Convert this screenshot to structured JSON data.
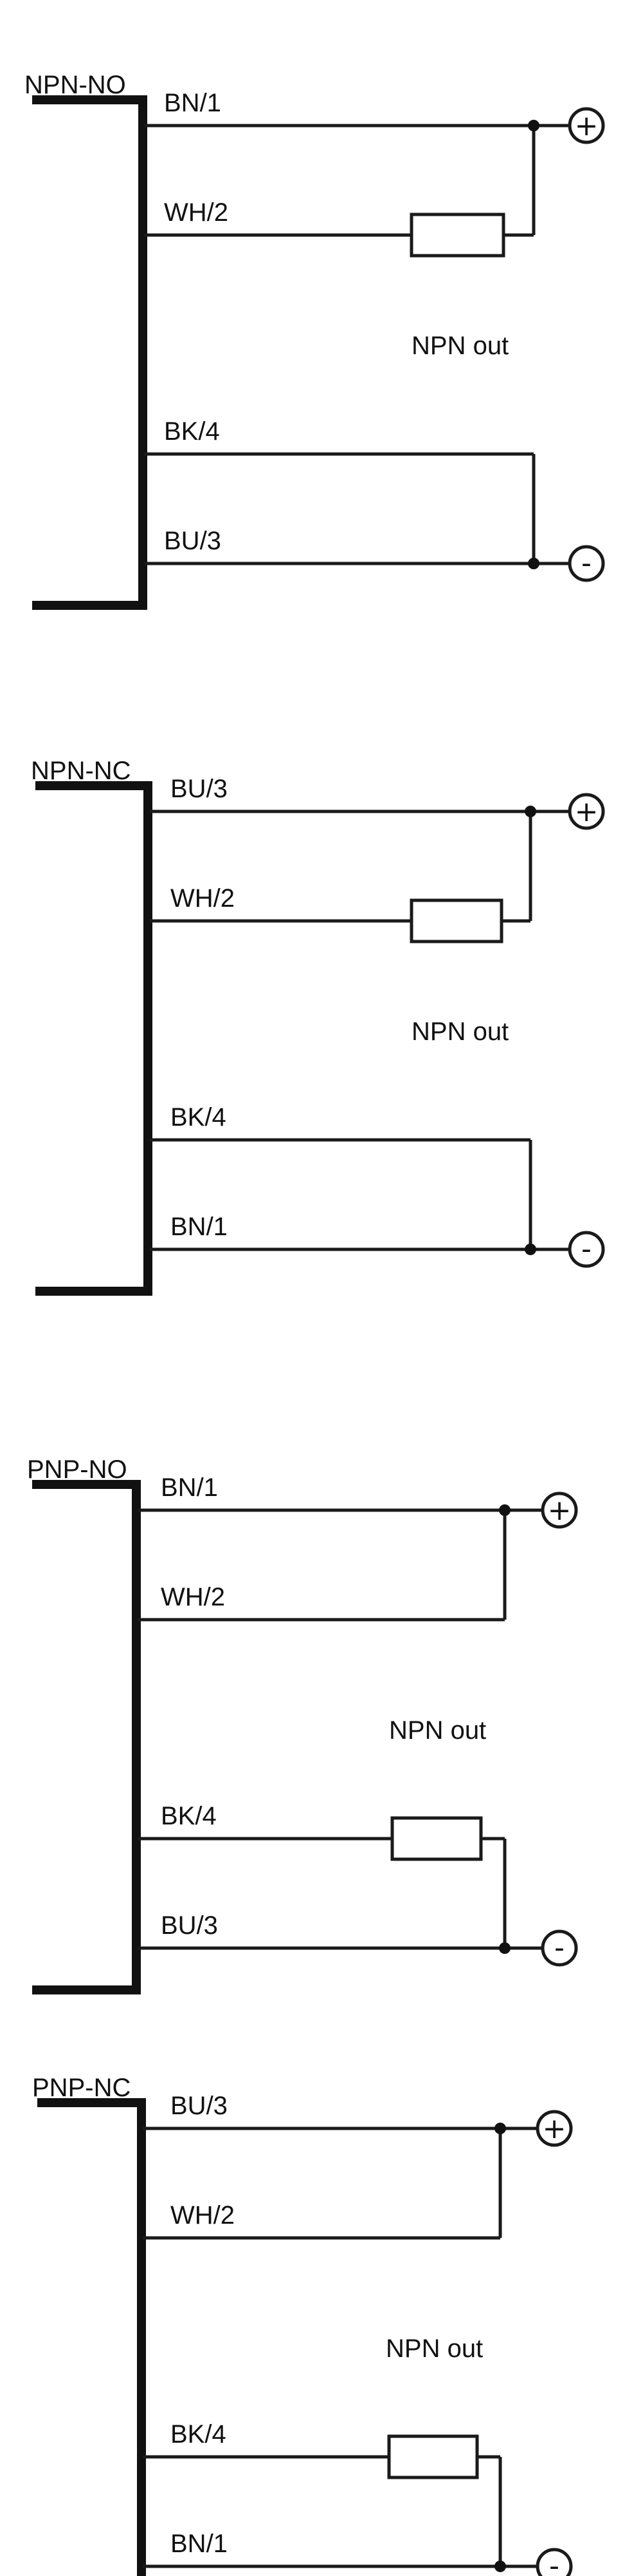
{
  "blocks": [
    {
      "title": "NPN-NO",
      "wires": [
        {
          "label": "BN/1"
        },
        {
          "label": "WH/2"
        },
        {
          "label": "BK/4"
        },
        {
          "label": "BU/3"
        }
      ],
      "output_label": "NPN out",
      "top_terminal": "+",
      "bottom_terminal": "-",
      "load_position": "top"
    },
    {
      "title": "NPN-NC",
      "wires": [
        {
          "label": "BU/3"
        },
        {
          "label": "WH/2"
        },
        {
          "label": "BK/4"
        },
        {
          "label": "BN/1"
        }
      ],
      "output_label": "NPN out",
      "top_terminal": "+",
      "bottom_terminal": "-",
      "load_position": "top"
    },
    {
      "title": "PNP-NO",
      "wires": [
        {
          "label": "BN/1"
        },
        {
          "label": "WH/2"
        },
        {
          "label": "BK/4"
        },
        {
          "label": "BU/3"
        }
      ],
      "output_label": "NPN out",
      "top_terminal": "+",
      "bottom_terminal": "-",
      "load_position": "bottom"
    },
    {
      "title": "PNP-NC",
      "wires": [
        {
          "label": "BU/3"
        },
        {
          "label": "WH/2"
        },
        {
          "label": "BK/4"
        },
        {
          "label": "BN/1"
        }
      ],
      "output_label": "NPN out",
      "top_terminal": "+",
      "bottom_terminal": "-",
      "load_position": "bottom"
    }
  ]
}
